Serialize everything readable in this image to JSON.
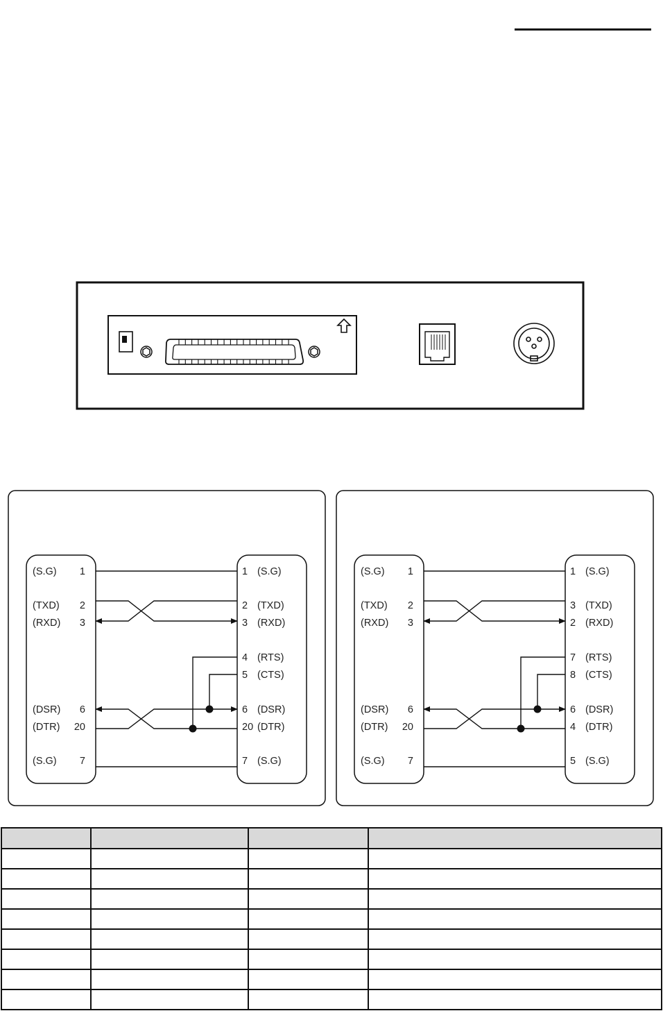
{
  "cable_left": {
    "host_pins": [
      {
        "signal": "(S.G)",
        "pin": "1"
      },
      {
        "signal": "(TXD)",
        "pin": "2"
      },
      {
        "signal": "(RXD)",
        "pin": "3"
      },
      {
        "signal": "(DSR)",
        "pin": "6"
      },
      {
        "signal": "(DTR)",
        "pin": "20"
      },
      {
        "signal": "(S.G)",
        "pin": "7"
      }
    ],
    "printer_pins": [
      {
        "pin": "1",
        "signal": "(S.G)"
      },
      {
        "pin": "2",
        "signal": "(TXD)"
      },
      {
        "pin": "3",
        "signal": "(RXD)"
      },
      {
        "pin": "4",
        "signal": "(RTS)"
      },
      {
        "pin": "5",
        "signal": "(CTS)"
      },
      {
        "pin": "6",
        "signal": "(DSR)"
      },
      {
        "pin": "20",
        "signal": "(DTR)"
      },
      {
        "pin": "7",
        "signal": "(S.G)"
      }
    ]
  },
  "cable_right": {
    "host_pins": [
      {
        "signal": "(S.G)",
        "pin": "1"
      },
      {
        "signal": "(TXD)",
        "pin": "2"
      },
      {
        "signal": "(RXD)",
        "pin": "3"
      },
      {
        "signal": "(DSR)",
        "pin": "6"
      },
      {
        "signal": "(DTR)",
        "pin": "20"
      },
      {
        "signal": "(S.G)",
        "pin": "7"
      }
    ],
    "printer_pins": [
      {
        "pin": "1",
        "signal": "(S.G)"
      },
      {
        "pin": "3",
        "signal": "(TXD)"
      },
      {
        "pin": "2",
        "signal": "(RXD)"
      },
      {
        "pin": "7",
        "signal": "(RTS)"
      },
      {
        "pin": "8",
        "signal": "(CTS)"
      },
      {
        "pin": "6",
        "signal": "(DSR)"
      },
      {
        "pin": "4",
        "signal": "(DTR)"
      },
      {
        "pin": "5",
        "signal": "(S.G)"
      }
    ]
  },
  "pin_table": {
    "columns": [
      "",
      "",
      "",
      ""
    ],
    "rows": [
      [
        "",
        "",
        "",
        ""
      ],
      [
        "",
        "",
        "",
        ""
      ],
      [
        "",
        "",
        "",
        ""
      ],
      [
        "",
        "",
        "",
        ""
      ],
      [
        "",
        "",
        "",
        ""
      ],
      [
        "",
        "",
        "",
        ""
      ],
      [
        "",
        "",
        "",
        ""
      ],
      [
        "",
        "",
        "",
        ""
      ]
    ]
  },
  "colors": {
    "line": "#111111",
    "table_header": "#d9d9d9"
  }
}
